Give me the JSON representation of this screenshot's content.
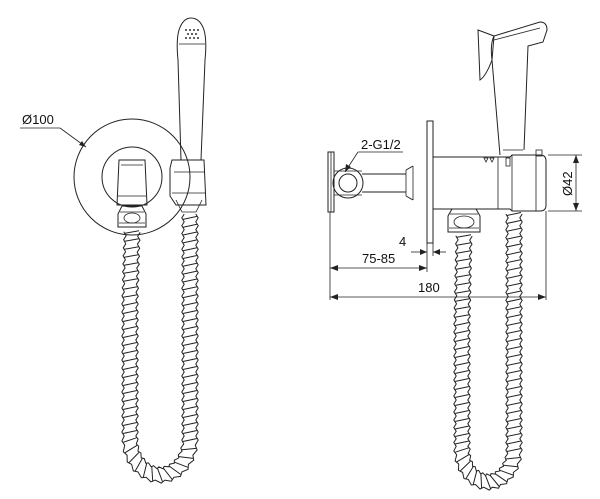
{
  "dimensions": {
    "diameter_plate": "Ø100",
    "thread": "2-G1/2",
    "diameter_body": "Ø42",
    "plate_thickness": "4",
    "wall_range": "75-85",
    "total_length": "180"
  }
}
